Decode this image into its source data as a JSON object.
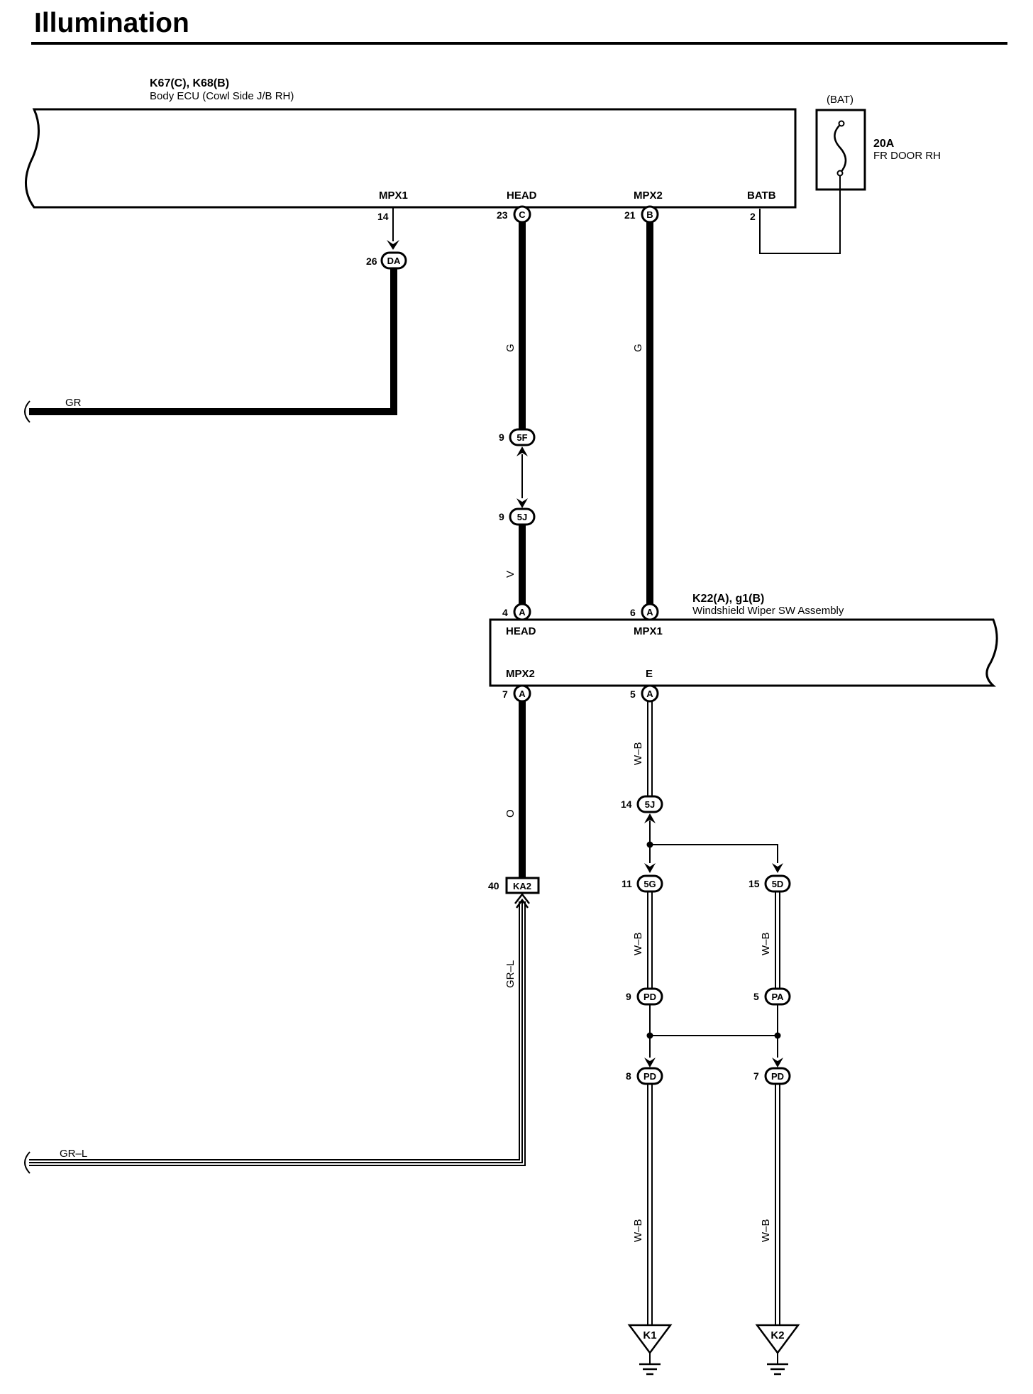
{
  "title": "Illumination",
  "body_ecu": {
    "codes": "K67(C), K68(B)",
    "name": "Body ECU (Cowl Side J/B RH)",
    "pins": {
      "mpx1": "MPX1",
      "head": "HEAD",
      "mpx2": "MPX2",
      "batb": "BATB"
    },
    "pin_numbers": {
      "mpx1": "14",
      "head": "23",
      "mpx2": "21",
      "batb": "2"
    },
    "pin_connectors": {
      "head": "C",
      "mpx2": "B"
    }
  },
  "fuse": {
    "source": "(BAT)",
    "rating": "20A",
    "name": "FR DOOR RH"
  },
  "wiper_sw": {
    "codes": "K22(A), g1(B)",
    "name": "Windshield Wiper SW Assembly",
    "pins": {
      "head": "HEAD",
      "mpx1": "MPX1",
      "mpx2": "MPX2",
      "e": "E"
    },
    "pin_numbers": {
      "head": "4",
      "mpx1": "6",
      "mpx2": "7",
      "e": "5"
    },
    "pin_connectors": {
      "head": "A",
      "mpx1": "A",
      "mpx2": "A",
      "e": "A"
    }
  },
  "connectors": {
    "da": {
      "num": "26",
      "id": "DA"
    },
    "c5f": {
      "num": "9",
      "id": "5F"
    },
    "c5j_top": {
      "num": "9",
      "id": "5J"
    },
    "ka2": {
      "num": "40",
      "id": "KA2"
    },
    "c5j_mid": {
      "num": "14",
      "id": "5J"
    },
    "c5g": {
      "num": "11",
      "id": "5G"
    },
    "c5d": {
      "num": "15",
      "id": "5D"
    },
    "pd_a": {
      "num": "9",
      "id": "PD"
    },
    "pa": {
      "num": "5",
      "id": "PA"
    },
    "pd_b": {
      "num": "8",
      "id": "PD"
    },
    "pd_c": {
      "num": "7",
      "id": "PD"
    }
  },
  "wires": {
    "gr": "GR",
    "head_g": "G",
    "mpx2_g": "G",
    "head_v": "V",
    "mpx2_o": "O",
    "gr_l_vertical": "GR–L",
    "gr_l_horizontal": "GR–L",
    "e_wb": "W–B",
    "left_wb_mid": "W–B",
    "right_wb_mid": "W–B",
    "left_wb_low": "W–B",
    "right_wb_low": "W–B"
  },
  "grounds": {
    "left": "K1",
    "right": "K2"
  }
}
